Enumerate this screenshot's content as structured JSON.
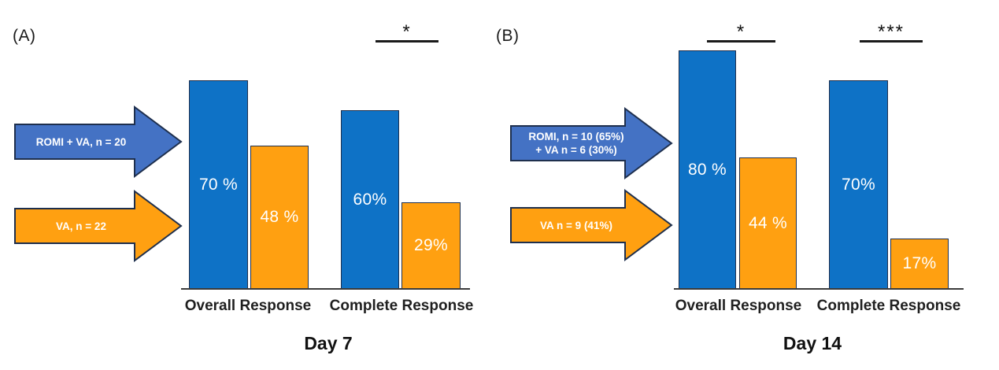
{
  "figure": {
    "colors": {
      "bar_blue": "#0e72c6",
      "bar_orange": "#ffa011",
      "arrow_blue": "#4472c4",
      "arrow_orange": "#ffa011",
      "outline": "#1e2f4d",
      "axis": "#3b3b3b"
    },
    "panels": [
      {
        "label": "(A)",
        "title": "Day 7",
        "legend_arrows": [
          {
            "series": "romi_va",
            "color_key": "arrow_blue",
            "lines": [
              "ROMI + VA, n = 20"
            ]
          },
          {
            "series": "va",
            "color_key": "arrow_orange",
            "lines": [
              "VA, n = 22"
            ]
          }
        ],
        "groups": [
          {
            "label": "Overall Response",
            "significance": null,
            "bars": [
              {
                "series": "romi_va",
                "color_key": "bar_blue",
                "value": 70,
                "label": "70 %"
              },
              {
                "series": "va",
                "color_key": "bar_orange",
                "value": 48,
                "label": "48 %"
              }
            ]
          },
          {
            "label": "Complete Response",
            "significance": "*",
            "bars": [
              {
                "series": "romi_va",
                "color_key": "bar_blue",
                "value": 60,
                "label": "60%"
              },
              {
                "series": "va",
                "color_key": "bar_orange",
                "value": 29,
                "label": "29%"
              }
            ]
          }
        ]
      },
      {
        "label": "(B)",
        "title": "Day 14",
        "legend_arrows": [
          {
            "series": "romi_va",
            "color_key": "arrow_blue",
            "lines": [
              "ROMI, n = 10 (65%)",
              "+ VA n = 6 (30%)"
            ]
          },
          {
            "series": "va",
            "color_key": "arrow_orange",
            "lines": [
              "VA n = 9 (41%)"
            ]
          }
        ],
        "groups": [
          {
            "label": "Overall Response",
            "significance": "*",
            "bars": [
              {
                "series": "romi_va",
                "color_key": "bar_blue",
                "value": 80,
                "label": "80 %"
              },
              {
                "series": "va",
                "color_key": "bar_orange",
                "value": 44,
                "label": "44 %"
              }
            ]
          },
          {
            "label": "Complete Response",
            "significance": "***",
            "bars": [
              {
                "series": "romi_va",
                "color_key": "bar_blue",
                "value": 70,
                "label": "70%"
              },
              {
                "series": "va",
                "color_key": "bar_orange",
                "value": 17,
                "label": "17%"
              }
            ]
          }
        ]
      }
    ]
  },
  "chart_data": [
    {
      "type": "bar",
      "panel": "(A)",
      "title": "Day 7",
      "categories": [
        "Overall Response",
        "Complete Response"
      ],
      "series": [
        {
          "name": "ROMI + VA, n = 20",
          "color": "#0e72c6",
          "values": [
            70,
            60
          ]
        },
        {
          "name": "VA, n = 22",
          "color": "#ffa011",
          "values": [
            48,
            29
          ]
        }
      ],
      "value_unit": "%",
      "ylim": [
        0,
        100
      ],
      "grid": false,
      "legend_position": "left-arrows",
      "annotations": [
        {
          "category": "Complete Response",
          "text": "*"
        }
      ]
    },
    {
      "type": "bar",
      "panel": "(B)",
      "title": "Day 14",
      "categories": [
        "Overall Response",
        "Complete Response"
      ],
      "series": [
        {
          "name": "ROMI, n = 10 (65%) + VA n = 6 (30%)",
          "color": "#0e72c6",
          "values": [
            80,
            70
          ]
        },
        {
          "name": "VA n = 9 (41%)",
          "color": "#ffa011",
          "values": [
            44,
            17
          ]
        }
      ],
      "value_unit": "%",
      "ylim": [
        0,
        100
      ],
      "grid": false,
      "legend_position": "left-arrows",
      "annotations": [
        {
          "category": "Overall Response",
          "text": "*"
        },
        {
          "category": "Complete Response",
          "text": "***"
        }
      ]
    }
  ]
}
